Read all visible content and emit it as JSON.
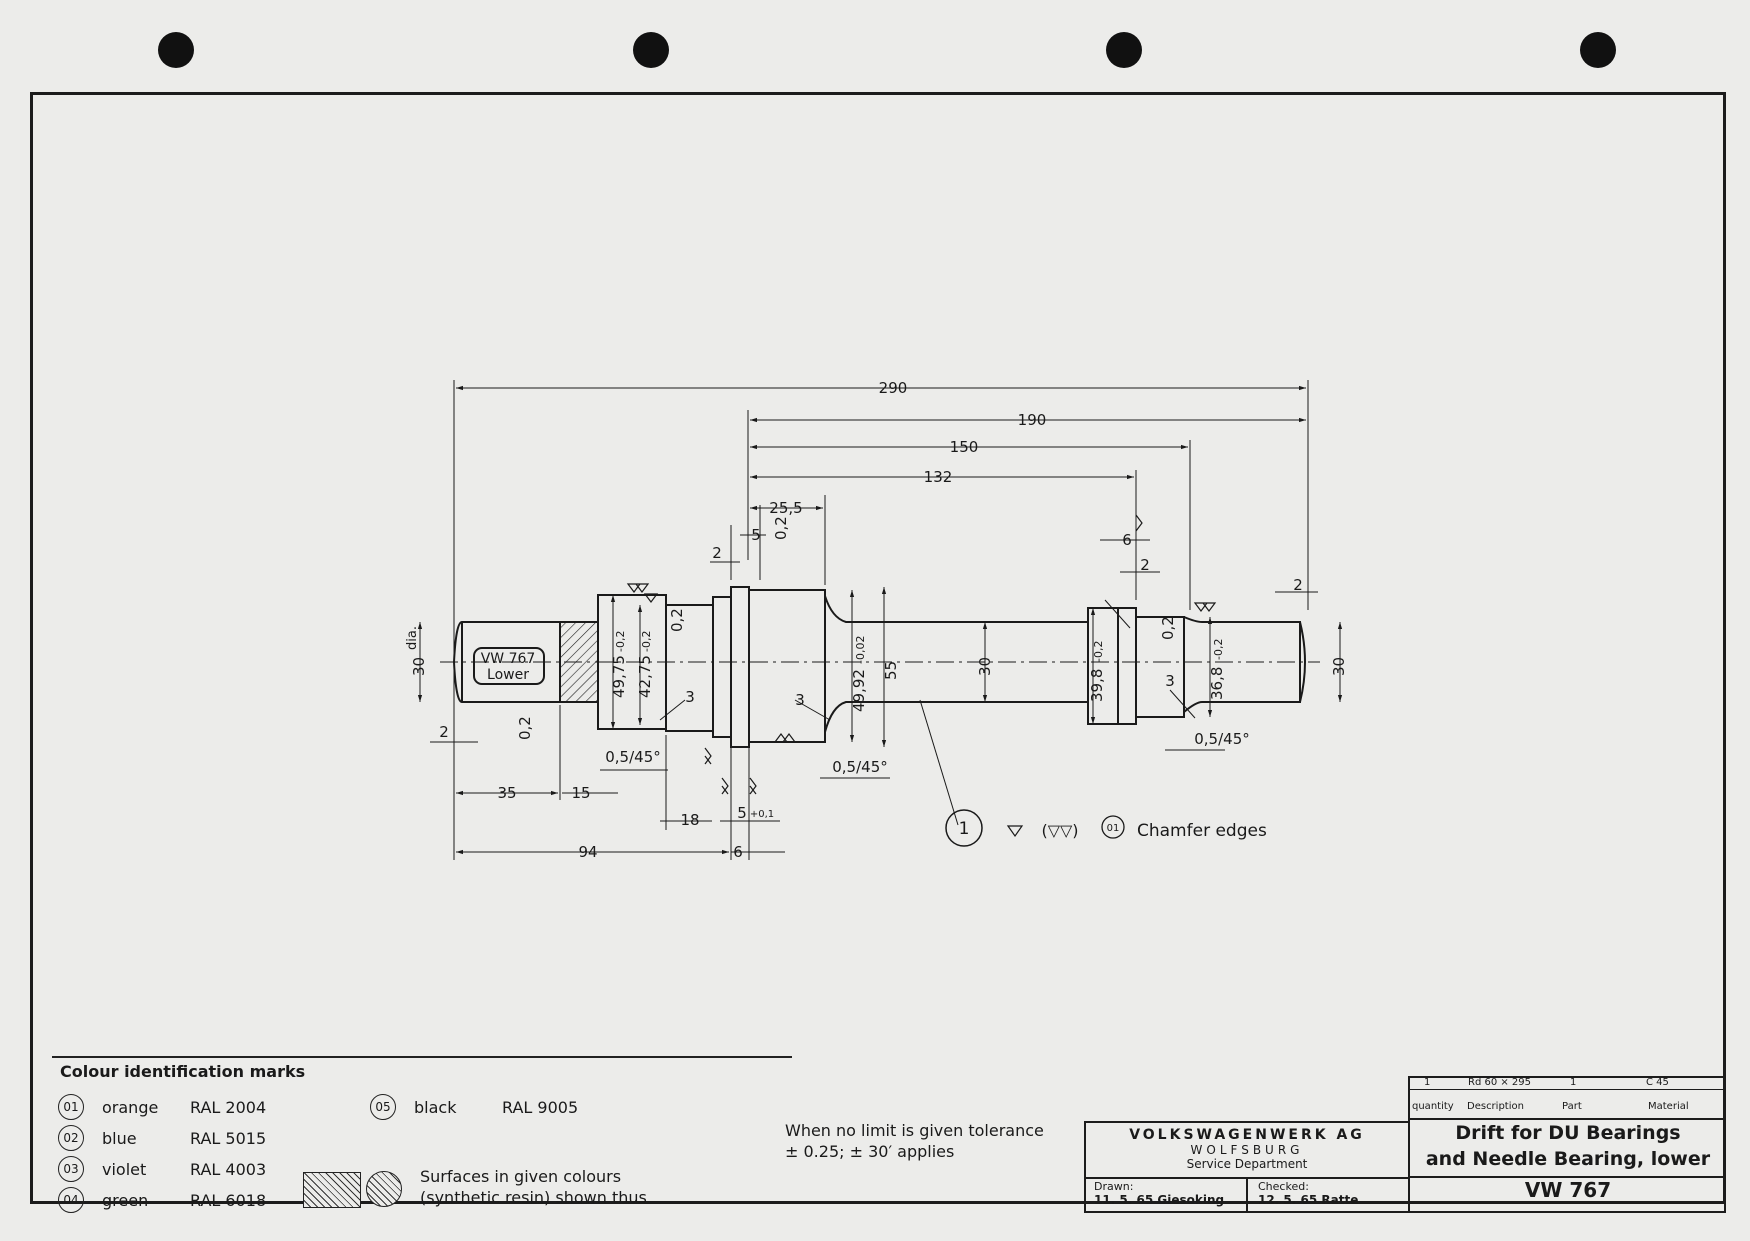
{
  "dims": {
    "d290": "290",
    "d190": "190",
    "d150": "150",
    "d132": "132",
    "d25_5": "25,5",
    "d5": "5",
    "d2a": "2",
    "d6a": "6",
    "d2b": "2",
    "d2c": "2",
    "d35": "35",
    "d15": "15",
    "d18": "18",
    "d5tol": "5",
    "d5tol_sup": "+0,1",
    "d94": "94",
    "d6b": "6",
    "d2left": "2",
    "dia30a": "30",
    "dia49_75": "49,75",
    "dia49_75tol": "-0,2",
    "dia42_75": "42,75",
    "dia42_75tol": "-0,2",
    "dia49_92": "49,92",
    "dia49_92tol": "-0,02",
    "dia55": "55",
    "dia30b": "30",
    "dia39_8": "39,8",
    "dia39_8tol": "-0,2",
    "dia36_8": "36,8",
    "dia36_8tol": "-0,2",
    "dia30c": "30",
    "dia_word": "dia.",
    "r3": "3",
    "t02": "0,2",
    "ch1": "0,5/45°",
    "ch2": "0,5/45°",
    "ch3": "0,5/45°",
    "part_label_1": "VW 767",
    "part_label_2": "Lower",
    "balloon": "1",
    "finish_note": "(▽▽)",
    "mark_01": "01",
    "chamfer_note": "Chamfer edges"
  },
  "legend": {
    "title": "Colour identification marks",
    "marks": [
      {
        "num": "01",
        "name": "orange",
        "ral": "RAL 2004"
      },
      {
        "num": "02",
        "name": "blue",
        "ral": "RAL 5015"
      },
      {
        "num": "03",
        "name": "violet",
        "ral": "RAL 4003"
      },
      {
        "num": "04",
        "name": "green",
        "ral": "RAL 6018"
      },
      {
        "num": "05",
        "name": "black",
        "ral": "RAL 9005"
      }
    ],
    "surfaces_line1": "Surfaces in given colours",
    "surfaces_line2": "(synthetic resin) shown thus"
  },
  "tolerance": {
    "line1": "When no limit is given tolerance",
    "line2": "± 0.25; ± 30′ applies"
  },
  "title_block": {
    "company": "VOLKSWAGENWERK AG",
    "city": "WOLFSBURG",
    "dept": "Service Department",
    "drawn_label": "Drawn:",
    "drawn_value": "11. 5. 65 Giesoking",
    "checked_label": "Checked:",
    "checked_value": "12. 5. 65 Ratte",
    "row_qty": "1",
    "row_desc": "Rd 60 × 295",
    "row_part": "1",
    "row_material": "C 45",
    "hdr_qty": "quantity",
    "hdr_desc": "Description",
    "hdr_part": "Part",
    "hdr_material": "Material",
    "title_line1": "Drift for DU Bearings",
    "title_line2": "and Needle Bearing, lower",
    "part_number": "VW 767"
  }
}
